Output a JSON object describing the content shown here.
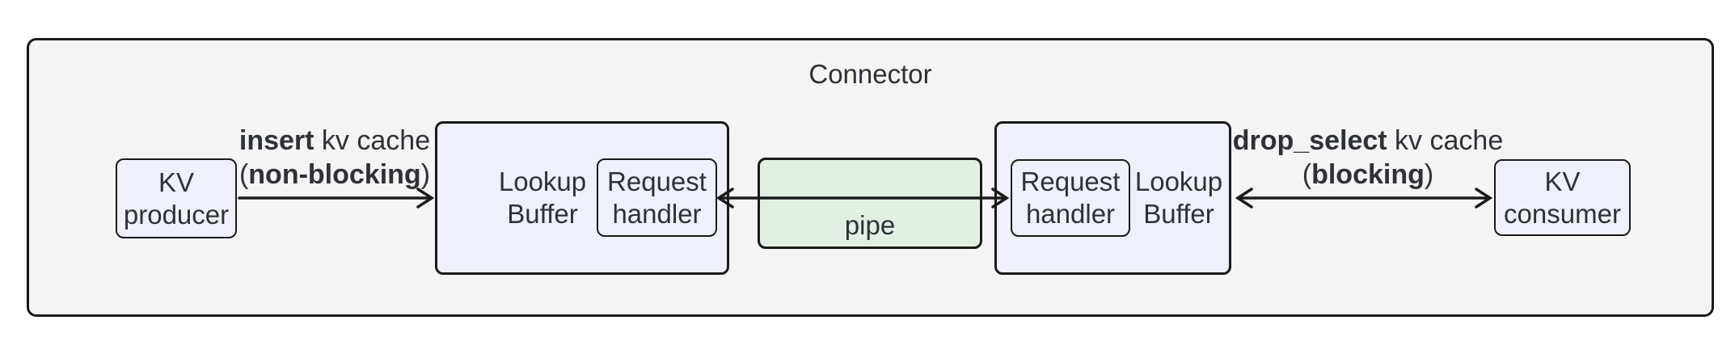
{
  "diagram": {
    "title": "Connector",
    "nodes": {
      "kv_producer": {
        "line1": "KV",
        "line2": "producer"
      },
      "lookup_buffer_left": {
        "line1": "Lookup",
        "line2": "Buffer"
      },
      "request_handler_left": {
        "line1": "Request",
        "line2": "handler"
      },
      "pipe": {
        "label": "pipe"
      },
      "request_handler_right": {
        "line1": "Request",
        "line2": "handler"
      },
      "lookup_buffer_right": {
        "line1": "Lookup",
        "line2": "Buffer"
      },
      "kv_consumer": {
        "line1": "KV",
        "line2": "consumer"
      }
    },
    "edges": {
      "insert": {
        "bold": "insert",
        "rest": " kv cache",
        "open": "(",
        "paren_bold": "non-blocking",
        "close": ")"
      },
      "drop_select": {
        "bold": "drop_select",
        "rest": " kv cache",
        "open": "(",
        "paren_bold": "blocking",
        "close": ")"
      }
    },
    "colors": {
      "node_fill": "#eef1fb",
      "pipe_fill": "#e2efe3",
      "container_fill": "#f4f4f4",
      "border": "#1a1a1a",
      "text": "#2e3137"
    }
  }
}
